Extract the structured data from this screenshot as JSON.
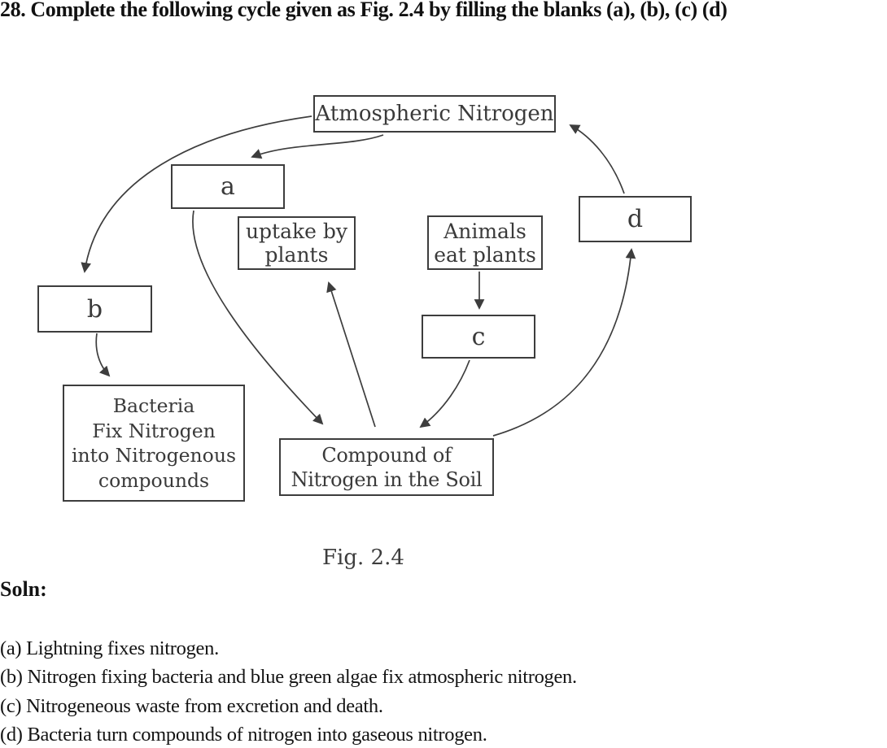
{
  "question": {
    "number": "28.",
    "title": "28. Complete the following cycle given as Fig. 2.4 by filling the blanks (a), (b), (c) (d)"
  },
  "diagram": {
    "caption": "Fig. 2.4",
    "nodes": {
      "atm": {
        "label": "Atmospheric Nitrogen"
      },
      "a": {
        "label": "a"
      },
      "uptake": {
        "label": "uptake by\nplants"
      },
      "animals": {
        "label": "Animals\neat plants"
      },
      "d": {
        "label": "d"
      },
      "b": {
        "label": "b"
      },
      "c": {
        "label": "c"
      },
      "bacteria": {
        "label": "Bacteria\nFix Nitrogen\ninto Nitrogenous\ncompounds"
      },
      "compound": {
        "label": "Compound of\nNitrogen in the Soil"
      }
    },
    "edges": [
      {
        "from": "atmospheric-nitrogen",
        "to": "a"
      },
      {
        "from": "atmospheric-nitrogen",
        "to": "b"
      },
      {
        "from": "b",
        "to": "bacteria-fix-nitrogen-into-nitrogenous-compounds"
      },
      {
        "from": "a",
        "to": "compound-of-nitrogen-in-the-soil"
      },
      {
        "from": "compound-of-nitrogen-in-the-soil",
        "to": "uptake-by-plants"
      },
      {
        "from": "animals-eat-plants",
        "to": "c"
      },
      {
        "from": "c",
        "to": "compound-of-nitrogen-in-the-soil"
      },
      {
        "from": "compound-of-nitrogen-in-the-soil",
        "to": "d"
      },
      {
        "from": "d",
        "to": "atmospheric-nitrogen"
      }
    ]
  },
  "solution": {
    "heading": "Soln:",
    "answers": [
      "(a) Lightning fixes nitrogen.",
      "(b) Nitrogen fixing bacteria and blue green algae fix atmospheric nitrogen.",
      "(c) Nitrogeneous waste from excretion and death.",
      "(d) Bacteria turn compounds of nitrogen into gaseous nitrogen."
    ]
  },
  "colors": {
    "ink": "#3d3d3d",
    "text": "#141414",
    "background": "#ffffff"
  }
}
